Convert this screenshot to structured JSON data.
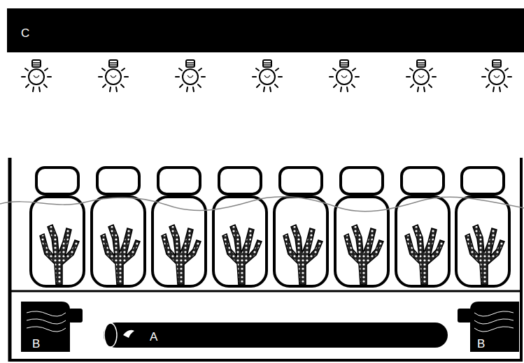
{
  "diagram": {
    "nodes": [
      {
        "text": [
          "C"
        ]
      },
      {
        "text": [
          "B"
        ]
      },
      {
        "text": [
          "A"
        ]
      },
      {
        "text": [
          "B"
        ]
      }
    ]
  }
}
